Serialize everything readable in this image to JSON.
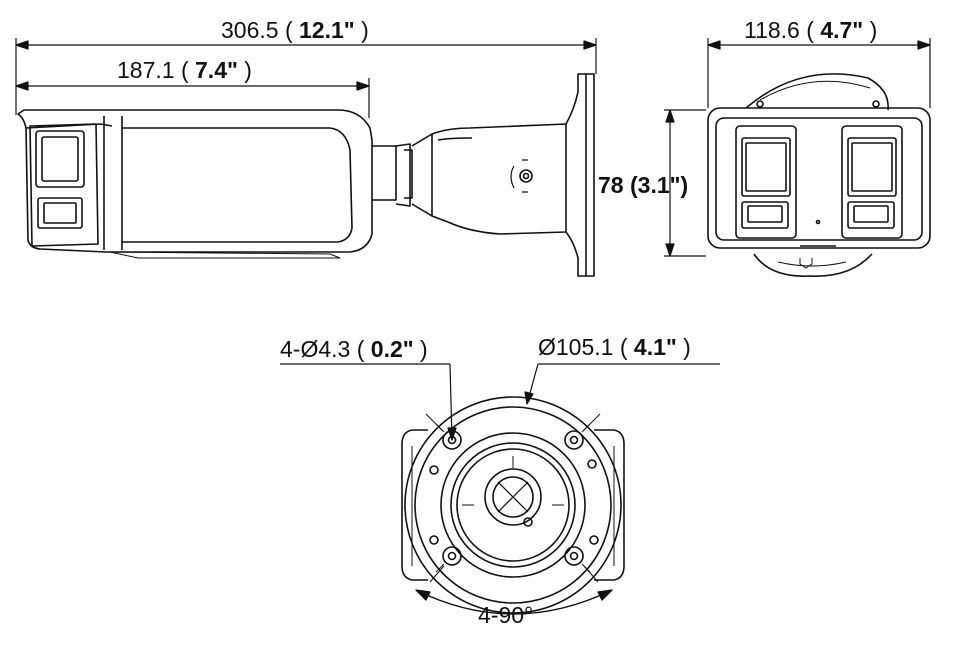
{
  "dimensions": {
    "overall_length": {
      "value": "306.5",
      "inch": "12.1\""
    },
    "body_length": {
      "value": "187.1",
      "inch": "7.4\""
    },
    "width": {
      "value": "118.6",
      "inch": "4.7\""
    },
    "height": {
      "value": "78",
      "inch": "3.1\""
    },
    "hole_spec": {
      "value": "4-Ø4.3",
      "inch": "0.2\""
    },
    "base_diameter": {
      "value": "Ø105.1",
      "inch": "4.1\""
    },
    "rotation_angle": "4-90°"
  }
}
